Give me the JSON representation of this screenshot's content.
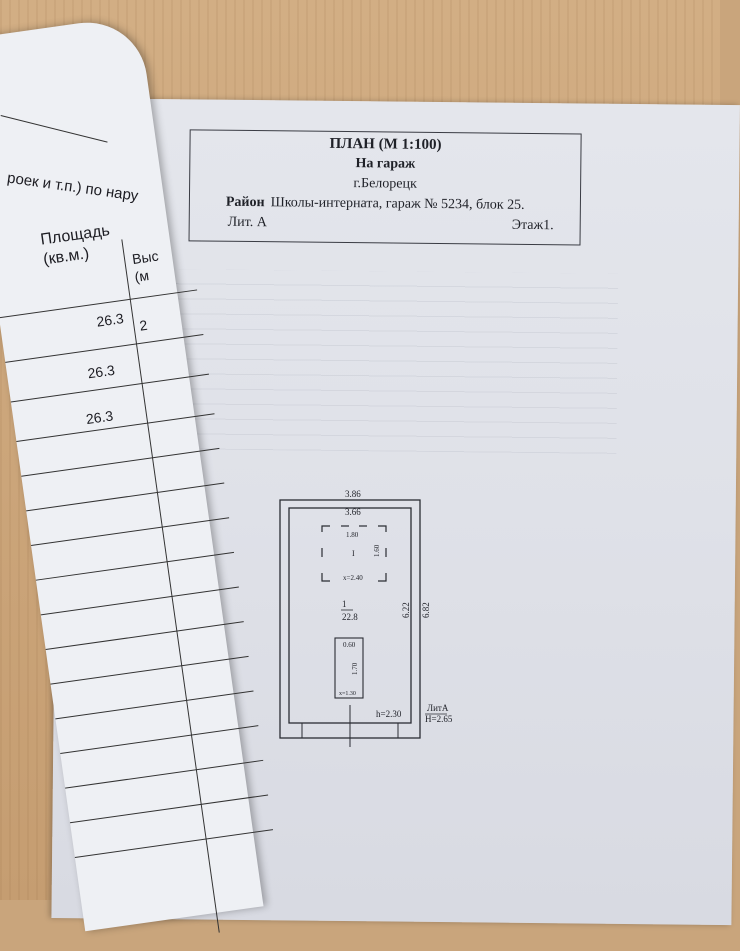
{
  "title_block": {
    "title": "ПЛАН (М 1:100)",
    "subtitle": "На гараж",
    "city": "г.Белорецк",
    "district_label": "Район",
    "district_value": "Школы-интерната, гараж № 5234, блок 25.",
    "lit": "Лит. А",
    "floor": "Этаж1."
  },
  "left_form": {
    "header_fragment": "роек и т.п.) по нару",
    "col_area_line1": "Площадь",
    "col_area_line2": "(кв.м.)",
    "col_height_fragment_1": "Выс",
    "col_height_fragment_2": "(м",
    "area_values": [
      "26.3",
      "26.3",
      "26.3"
    ],
    "height_value_fragment": "2"
  },
  "plan": {
    "outer_width": "3.86",
    "inner_width": "3.66",
    "inner_length": "6.22",
    "outer_length": "6.82",
    "pit_width": "1.80",
    "pit_length": "1.60",
    "pit_roman": "I",
    "pit_x": "x=2.40",
    "room_number": "1",
    "room_area": "22.8",
    "small_width": "0.60",
    "small_length": "1.70",
    "small_x": "x=1.30",
    "inner_height": "h=2.30",
    "lit_label": "ЛитА",
    "outer_height": "H=2.65"
  }
}
